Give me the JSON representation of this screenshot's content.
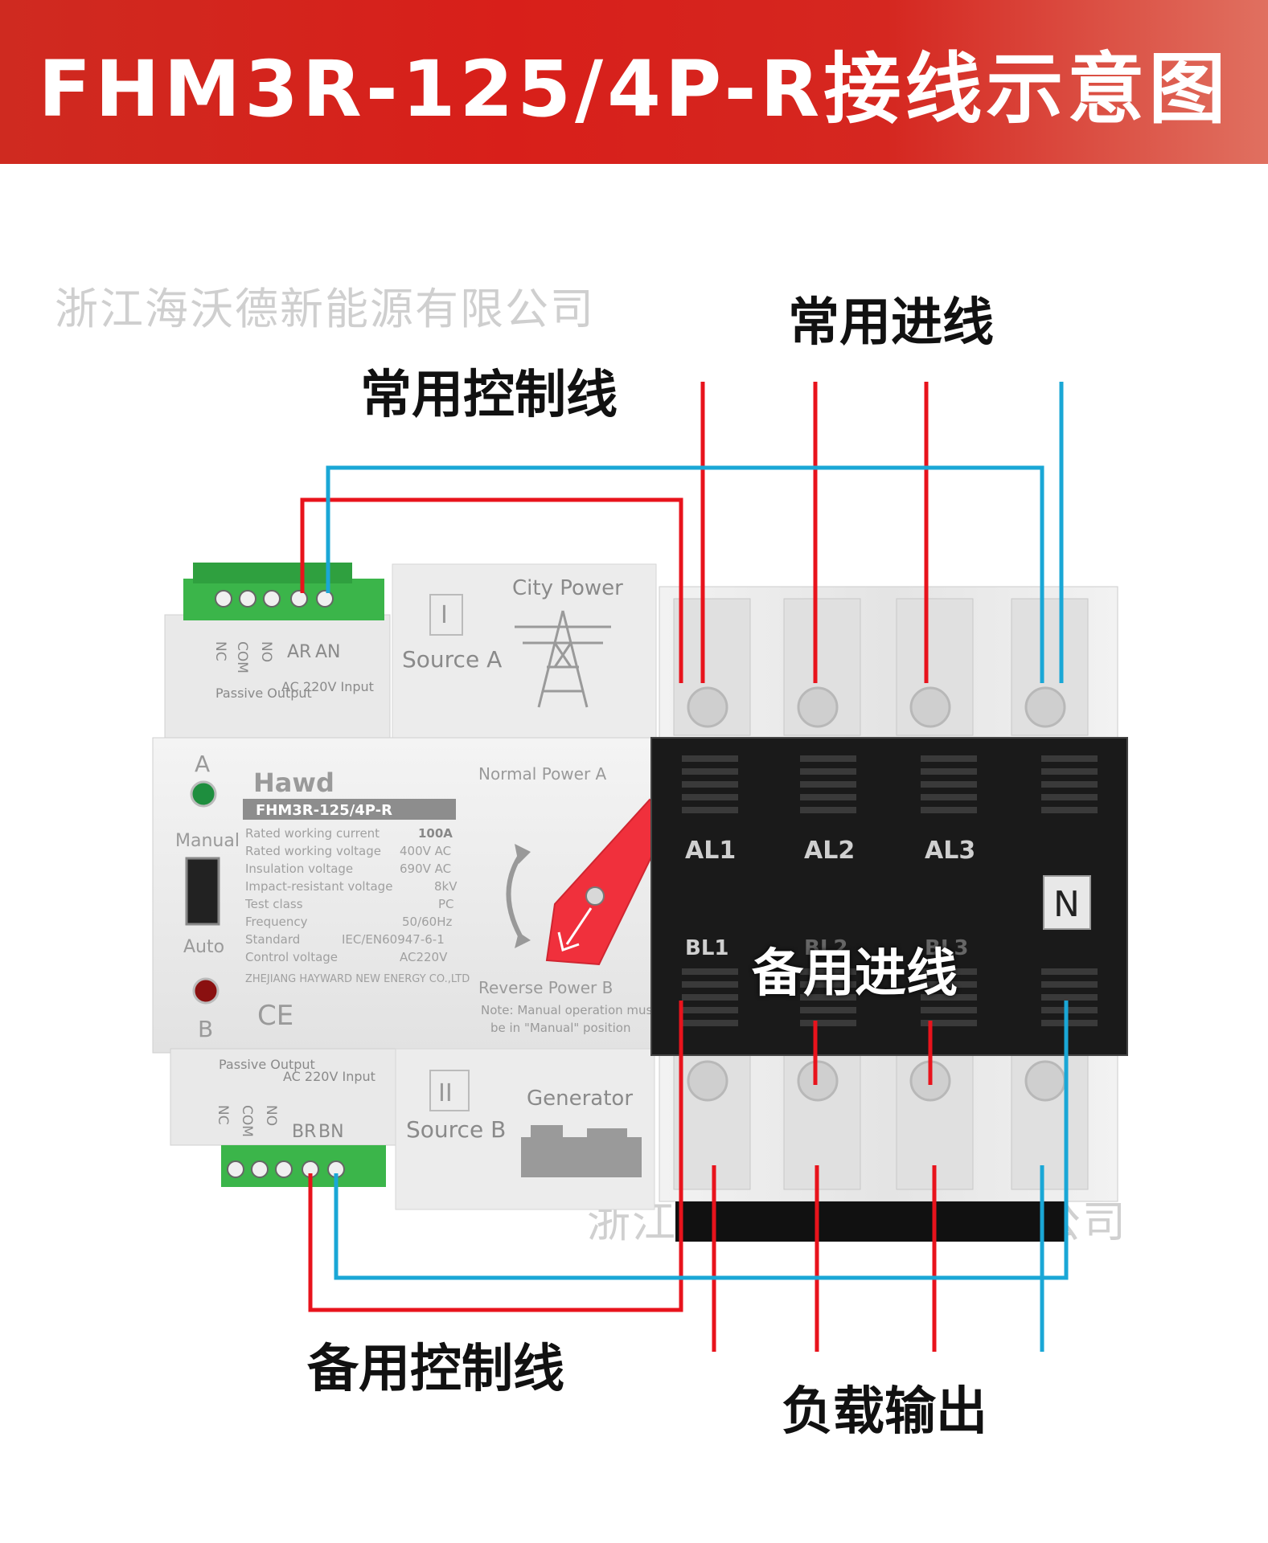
{
  "title": "FHM3R-125/4P-R接线示意图",
  "watermark": "浙江海沃德新能源有限公司",
  "labels": {
    "normal_incoming": "常用进线",
    "normal_control": "常用控制线",
    "backup_incoming": "备用进线",
    "backup_control": "备用控制线",
    "load_output": "负载输出"
  },
  "device": {
    "brand": "Hawd",
    "model": "FHM3R-125/4P-R",
    "indicator_a": "A",
    "indicator_b": "B",
    "manual": "Manual",
    "auto": "Auto",
    "normal_power": "Normal Power A",
    "reverse_power": "Reverse Power B",
    "note_line1": "Note: Manual operation must",
    "note_line2": "be in \"Manual\" position",
    "company_line": "ZHEJIANG HAYWARD NEW ENERGY CO.,LTD",
    "ce": "CE",
    "specs": [
      {
        "name": "Rated working current",
        "value": "100A"
      },
      {
        "name": "Rated working voltage",
        "value": "400V AC"
      },
      {
        "name": "Insulation voltage",
        "value": "690V AC"
      },
      {
        "name": "Impact-resistant voltage",
        "value": "8kV"
      },
      {
        "name": "Test class",
        "value": "PC"
      },
      {
        "name": "Frequency",
        "value": "50/60Hz"
      },
      {
        "name": "Standard",
        "value": "IEC/EN60947-6-1"
      },
      {
        "name": "Control voltage",
        "value": "AC220V"
      }
    ],
    "top_module": {
      "terminals": [
        "NC",
        "COM",
        "NO",
        "AR",
        "AN"
      ],
      "passive_output": "Passive Output",
      "input": "AC 220V Input",
      "source_num": "I",
      "source": "Source A",
      "power_name": "City Power"
    },
    "bottom_module": {
      "terminals": [
        "NC",
        "COM",
        "NO",
        "BR",
        "BN"
      ],
      "passive_output": "Passive Output",
      "input": "AC 220V Input",
      "source_num": "II",
      "source": "Source B",
      "power_name": "Generator"
    },
    "top_terminals": [
      "AL1",
      "AL2",
      "AL3"
    ],
    "bottom_terminals": [
      "BL1",
      "BL2",
      "BL3"
    ],
    "neutral": "N"
  },
  "colors": {
    "phase_wire": "#e8131c",
    "neutral_wire": "#1aa7d6",
    "banner": "#d81f1a"
  }
}
